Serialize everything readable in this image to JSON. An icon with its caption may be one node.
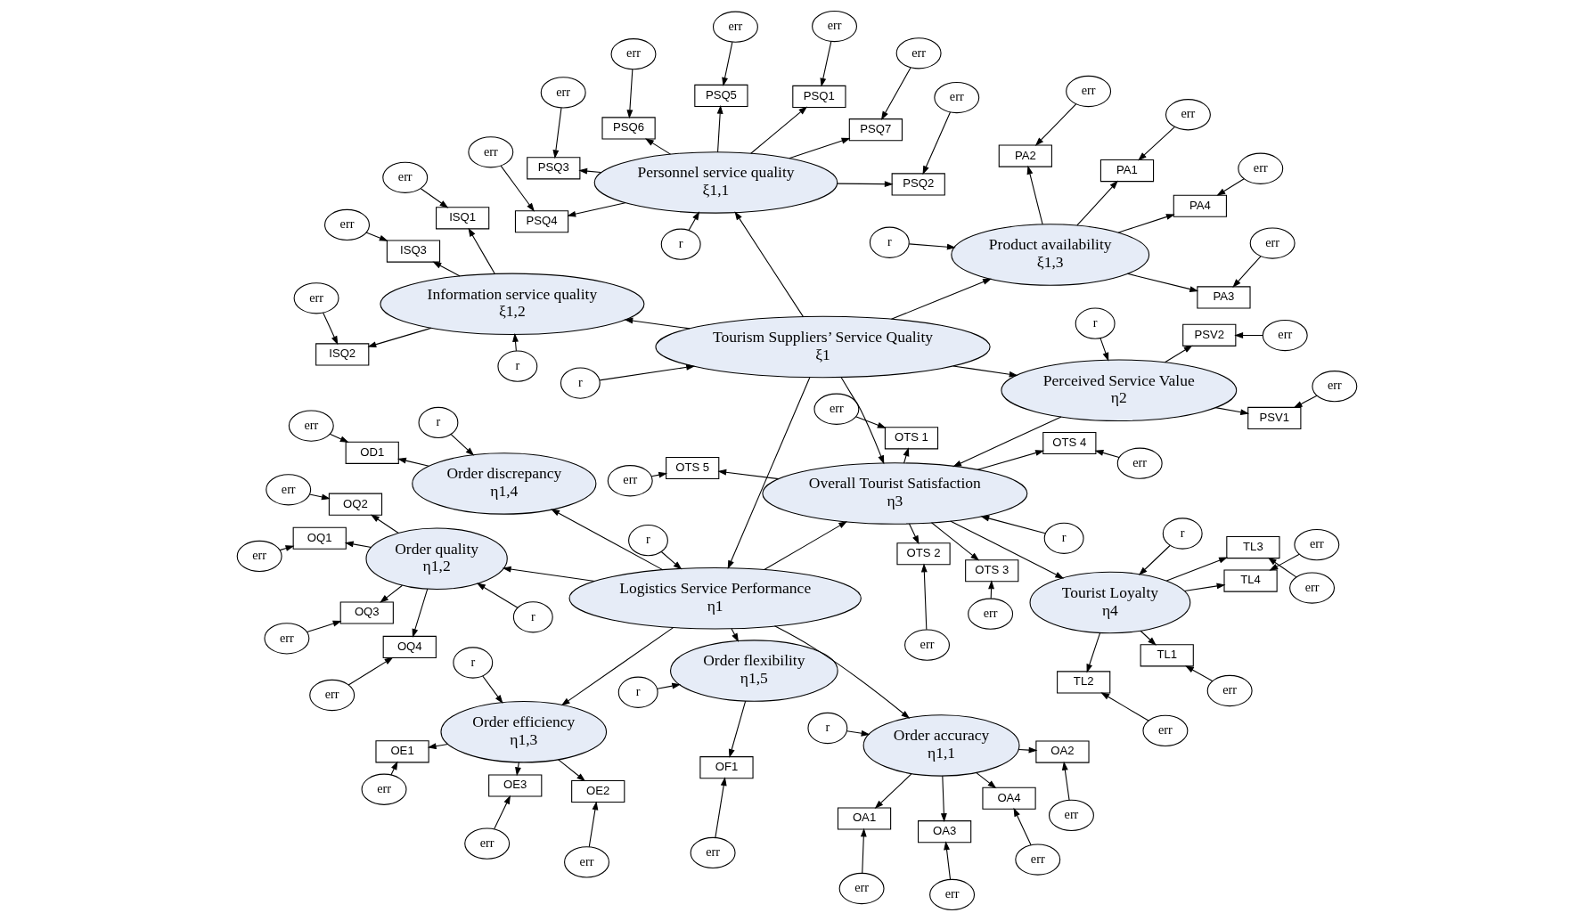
{
  "diagram": {
    "nodes": [
      {
        "text": [
          "err"
        ]
      },
      {
        "text": [
          "err"
        ]
      },
      {
        "text": [
          "err"
        ]
      },
      {
        "text": [
          "err"
        ]
      },
      {
        "text": [
          "err"
        ]
      },
      {
        "text": [
          "err"
        ]
      },
      {
        "text": [
          "err"
        ]
      },
      {
        "text": [
          "err"
        ]
      },
      {
        "text": [
          "err"
        ]
      },
      {
        "text": [
          "err"
        ]
      },
      {
        "text": [
          "err"
        ]
      },
      {
        "text": [
          "err"
        ]
      },
      {
        "text": [
          "err"
        ]
      },
      {
        "text": [
          "OA1"
        ]
      },
      {
        "text": [
          "OA2"
        ]
      },
      {
        "text": [
          "OA3"
        ]
      },
      {
        "text": [
          "OA4"
        ]
      },
      {
        "text": [
          "OQ1"
        ]
      },
      {
        "text": [
          "OQ2"
        ]
      },
      {
        "text": [
          "OQ3"
        ]
      },
      {
        "text": [
          "OQ4"
        ]
      },
      {
        "text": [
          "OE1"
        ]
      },
      {
        "text": [
          "OE2"
        ]
      },
      {
        "text": [
          "OE3"
        ]
      },
      {
        "text": [
          "OD1"
        ]
      },
      {
        "text": [
          "OF1"
        ]
      },
      {
        "text": [
          "Order accuracy",
          "η1,1"
        ]
      },
      {
        "text": [
          "Order quality",
          "η1,2"
        ]
      },
      {
        "text": [
          "Order efficiency",
          "η1,3"
        ]
      },
      {
        "text": [
          "Order discrepancy",
          "η1,4"
        ]
      },
      {
        "text": [
          "Order flexibility",
          "η1,5"
        ]
      },
      {
        "text": [
          "r"
        ]
      },
      {
        "text": [
          "r"
        ]
      },
      {
        "text": [
          "r"
        ]
      },
      {
        "text": [
          "r"
        ]
      },
      {
        "text": [
          "r"
        ]
      },
      {
        "text": [
          "err"
        ]
      },
      {
        "text": [
          "err"
        ]
      },
      {
        "text": [
          "err"
        ]
      },
      {
        "text": [
          "err"
        ]
      },
      {
        "text": [
          "err"
        ]
      },
      {
        "text": [
          "err"
        ]
      },
      {
        "text": [
          "err"
        ]
      },
      {
        "text": [
          "PSQ1"
        ]
      },
      {
        "text": [
          "PSQ2"
        ]
      },
      {
        "text": [
          "PSQ3"
        ]
      },
      {
        "text": [
          "PSQ4"
        ]
      },
      {
        "text": [
          "PSQ5"
        ]
      },
      {
        "text": [
          "PSQ6"
        ]
      },
      {
        "text": [
          "PSQ7"
        ]
      },
      {
        "text": [
          "Personnel service quality",
          "ξ1,1"
        ]
      },
      {
        "text": [
          "r"
        ]
      },
      {
        "text": [
          "err"
        ]
      },
      {
        "text": [
          "err"
        ]
      },
      {
        "text": [
          "err"
        ]
      },
      {
        "text": [
          "ISQ1"
        ]
      },
      {
        "text": [
          "ISQ2"
        ]
      },
      {
        "text": [
          "ISQ3"
        ]
      },
      {
        "text": [
          "Information service quality",
          "ξ1,2"
        ]
      },
      {
        "text": [
          "r"
        ]
      },
      {
        "text": [
          "err"
        ]
      },
      {
        "text": [
          "err"
        ]
      },
      {
        "text": [
          "err"
        ]
      },
      {
        "text": [
          "err"
        ]
      },
      {
        "text": [
          "PA1"
        ]
      },
      {
        "text": [
          "PA2"
        ]
      },
      {
        "text": [
          "PA3"
        ]
      },
      {
        "text": [
          "PA4"
        ]
      },
      {
        "text": [
          "Product availability",
          "ξ1,3"
        ]
      },
      {
        "text": [
          "r"
        ]
      },
      {
        "text": [
          "Tourism Suppliers’ Service Quality",
          "ξ1"
        ]
      },
      {
        "text": [
          "r"
        ]
      },
      {
        "text": [
          "Logistics Service Performance",
          "η1"
        ]
      },
      {
        "text": [
          "r"
        ]
      },
      {
        "text": [
          "Perceived Service Value",
          "η2"
        ]
      },
      {
        "text": [
          "r"
        ]
      },
      {
        "text": [
          "PSV1"
        ]
      },
      {
        "text": [
          "PSV2"
        ]
      },
      {
        "text": [
          "err"
        ]
      },
      {
        "text": [
          "err"
        ]
      },
      {
        "text": [
          "Overall Tourist Satisfaction",
          "η3"
        ]
      },
      {
        "text": [
          "r"
        ]
      },
      {
        "text": [
          "OTS 1"
        ]
      },
      {
        "text": [
          "OTS 2"
        ]
      },
      {
        "text": [
          "OTS 3"
        ]
      },
      {
        "text": [
          "OTS 4"
        ]
      },
      {
        "text": [
          "OTS 5"
        ]
      },
      {
        "text": [
          "err"
        ]
      },
      {
        "text": [
          "err"
        ]
      },
      {
        "text": [
          "err"
        ]
      },
      {
        "text": [
          "err"
        ]
      },
      {
        "text": [
          "err"
        ]
      },
      {
        "text": [
          "Tourist Loyalty",
          "η4"
        ]
      },
      {
        "text": [
          "r"
        ]
      },
      {
        "text": [
          "TL1"
        ]
      },
      {
        "text": [
          "TL2"
        ]
      },
      {
        "text": [
          "TL3"
        ]
      },
      {
        "text": [
          "TL4"
        ]
      },
      {
        "text": [
          "err"
        ]
      },
      {
        "text": [
          "err"
        ]
      },
      {
        "text": [
          "err"
        ]
      },
      {
        "text": [
          "err"
        ]
      }
    ],
    "edges": [
      {
        "from": 0,
        "to": 13,
        "arrow": "to"
      },
      {
        "from": 1,
        "to": 14,
        "arrow": "to"
      },
      {
        "from": 2,
        "to": 15,
        "arrow": "to"
      },
      {
        "from": 3,
        "to": 16,
        "arrow": "to"
      },
      {
        "from": 4,
        "to": 17,
        "arrow": "to"
      },
      {
        "from": 5,
        "to": 18,
        "arrow": "to"
      },
      {
        "from": 6,
        "to": 19,
        "arrow": "to"
      },
      {
        "from": 7,
        "to": 20,
        "arrow": "to"
      },
      {
        "from": 8,
        "to": 21,
        "arrow": "to"
      },
      {
        "from": 9,
        "to": 22,
        "arrow": "to"
      },
      {
        "from": 10,
        "to": 23,
        "arrow": "to"
      },
      {
        "from": 11,
        "to": 24,
        "arrow": "to"
      },
      {
        "from": 12,
        "to": 25,
        "arrow": "to"
      },
      {
        "from": 26,
        "to": 13,
        "arrow": "to"
      },
      {
        "from": 26,
        "to": 14,
        "arrow": "to"
      },
      {
        "from": 26,
        "to": 15,
        "arrow": "to"
      },
      {
        "from": 26,
        "to": 16,
        "arrow": "to"
      },
      {
        "from": 27,
        "to": 17,
        "arrow": "to"
      },
      {
        "from": 27,
        "to": 18,
        "arrow": "to"
      },
      {
        "from": 27,
        "to": 19,
        "arrow": "to"
      },
      {
        "from": 27,
        "to": 20,
        "arrow": "to"
      },
      {
        "from": 28,
        "to": 21,
        "arrow": "to"
      },
      {
        "from": 28,
        "to": 22,
        "arrow": "to"
      },
      {
        "from": 28,
        "to": 23,
        "arrow": "to"
      },
      {
        "from": 29,
        "to": 24,
        "arrow": "to"
      },
      {
        "from": 30,
        "to": 25,
        "arrow": "to"
      },
      {
        "from": 31,
        "to": 26,
        "arrow": "to"
      },
      {
        "from": 32,
        "to": 27,
        "arrow": "to"
      },
      {
        "from": 33,
        "to": 28,
        "arrow": "to"
      },
      {
        "from": 34,
        "to": 29,
        "arrow": "to"
      },
      {
        "from": 35,
        "to": 30,
        "arrow": "to"
      },
      {
        "from": 36,
        "to": 43,
        "arrow": "to"
      },
      {
        "from": 37,
        "to": 44,
        "arrow": "to"
      },
      {
        "from": 38,
        "to": 45,
        "arrow": "to"
      },
      {
        "from": 39,
        "to": 46,
        "arrow": "to"
      },
      {
        "from": 40,
        "to": 47,
        "arrow": "to"
      },
      {
        "from": 41,
        "to": 48,
        "arrow": "to"
      },
      {
        "from": 42,
        "to": 49,
        "arrow": "to"
      },
      {
        "from": 50,
        "to": 43,
        "arrow": "to"
      },
      {
        "from": 50,
        "to": 44,
        "arrow": "to"
      },
      {
        "from": 50,
        "to": 45,
        "arrow": "to"
      },
      {
        "from": 50,
        "to": 46,
        "arrow": "to"
      },
      {
        "from": 50,
        "to": 47,
        "arrow": "to"
      },
      {
        "from": 50,
        "to": 48,
        "arrow": "to"
      },
      {
        "from": 50,
        "to": 49,
        "arrow": "to"
      },
      {
        "from": 51,
        "to": 50,
        "arrow": "to"
      },
      {
        "from": 52,
        "to": 55,
        "arrow": "to"
      },
      {
        "from": 53,
        "to": 56,
        "arrow": "to"
      },
      {
        "from": 54,
        "to": 57,
        "arrow": "to"
      },
      {
        "from": 58,
        "to": 55,
        "arrow": "to"
      },
      {
        "from": 58,
        "to": 56,
        "arrow": "to"
      },
      {
        "from": 58,
        "to": 57,
        "arrow": "to"
      },
      {
        "from": 59,
        "to": 58,
        "arrow": "to"
      },
      {
        "from": 60,
        "to": 64,
        "arrow": "to"
      },
      {
        "from": 61,
        "to": 65,
        "arrow": "to"
      },
      {
        "from": 62,
        "to": 66,
        "arrow": "to"
      },
      {
        "from": 63,
        "to": 67,
        "arrow": "to"
      },
      {
        "from": 68,
        "to": 64,
        "arrow": "to"
      },
      {
        "from": 68,
        "to": 65,
        "arrow": "to"
      },
      {
        "from": 68,
        "to": 66,
        "arrow": "to"
      },
      {
        "from": 68,
        "to": 67,
        "arrow": "to"
      },
      {
        "from": 69,
        "to": 68,
        "arrow": "to"
      },
      {
        "from": 70,
        "to": 50,
        "arrow": "to"
      },
      {
        "from": 70,
        "to": 58,
        "arrow": "to"
      },
      {
        "from": 70,
        "to": 68,
        "arrow": "to"
      },
      {
        "from": 71,
        "to": 70,
        "arrow": "to"
      },
      {
        "from": 70,
        "to": 72,
        "arrow": "to"
      },
      {
        "from": 70,
        "to": 74,
        "arrow": "to"
      },
      {
        "from": 70,
        "to": 80,
        "arrow": "to"
      },
      {
        "from": 72,
        "to": 26,
        "arrow": "to"
      },
      {
        "from": 72,
        "to": 27,
        "arrow": "to"
      },
      {
        "from": 72,
        "to": 28,
        "arrow": "to"
      },
      {
        "from": 72,
        "to": 29,
        "arrow": "to"
      },
      {
        "from": 72,
        "to": 30,
        "arrow": "to"
      },
      {
        "from": 73,
        "to": 72,
        "arrow": "to"
      },
      {
        "from": 72,
        "to": 80,
        "arrow": "to"
      },
      {
        "from": 75,
        "to": 74,
        "arrow": "to"
      },
      {
        "from": 74,
        "to": 76,
        "arrow": "to"
      },
      {
        "from": 74,
        "to": 77,
        "arrow": "to"
      },
      {
        "from": 78,
        "to": 76,
        "arrow": "to"
      },
      {
        "from": 79,
        "to": 77,
        "arrow": "to"
      },
      {
        "from": 74,
        "to": 80,
        "arrow": "to"
      },
      {
        "from": 81,
        "to": 80,
        "arrow": "to"
      },
      {
        "from": 80,
        "to": 82,
        "arrow": "to"
      },
      {
        "from": 80,
        "to": 83,
        "arrow": "to"
      },
      {
        "from": 80,
        "to": 84,
        "arrow": "to"
      },
      {
        "from": 80,
        "to": 85,
        "arrow": "to"
      },
      {
        "from": 80,
        "to": 86,
        "arrow": "to"
      },
      {
        "from": 87,
        "to": 82,
        "arrow": "to"
      },
      {
        "from": 88,
        "to": 83,
        "arrow": "to"
      },
      {
        "from": 89,
        "to": 84,
        "arrow": "to"
      },
      {
        "from": 90,
        "to": 85,
        "arrow": "to"
      },
      {
        "from": 91,
        "to": 86,
        "arrow": "to"
      },
      {
        "from": 80,
        "to": 92,
        "arrow": "to"
      },
      {
        "from": 93,
        "to": 92,
        "arrow": "to"
      },
      {
        "from": 92,
        "to": 94,
        "arrow": "to"
      },
      {
        "from": 92,
        "to": 95,
        "arrow": "to"
      },
      {
        "from": 92,
        "to": 96,
        "arrow": "to"
      },
      {
        "from": 92,
        "to": 97,
        "arrow": "to"
      },
      {
        "from": 98,
        "to": 94,
        "arrow": "to"
      },
      {
        "from": 99,
        "to": 95,
        "arrow": "to"
      },
      {
        "from": 100,
        "to": 96,
        "arrow": "to"
      },
      {
        "from": 101,
        "to": 97,
        "arrow": "to"
      }
    ]
  }
}
